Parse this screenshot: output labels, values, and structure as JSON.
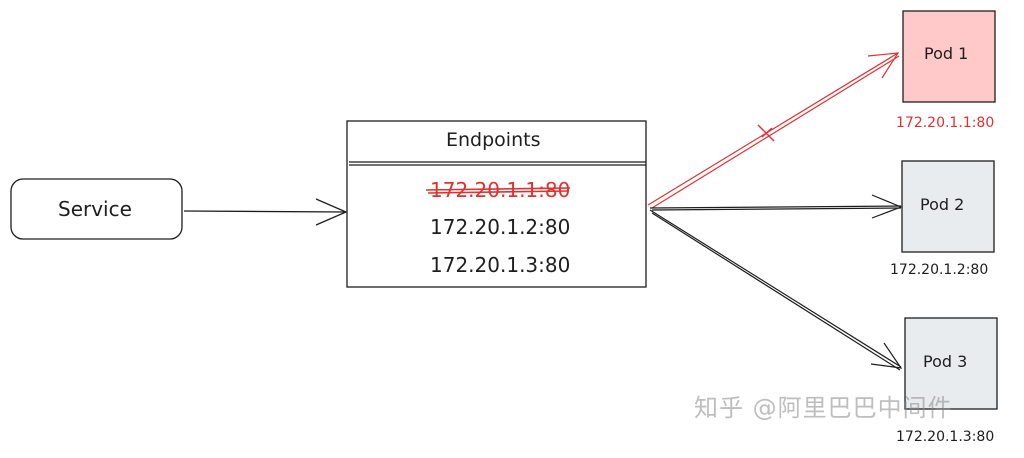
{
  "colors": {
    "ink": "#1e1e1e",
    "removed": "#e03131",
    "pod1_fill": "#ffc9c9",
    "pod_fill": "#e9ecef",
    "watermark": "#8a8a8a"
  },
  "service": {
    "label": "Service"
  },
  "endpoints": {
    "title": "Endpoints",
    "items": [
      {
        "address": "172.20.1.1:80",
        "status": "removed"
      },
      {
        "address": "172.20.1.2:80",
        "status": "active"
      },
      {
        "address": "172.20.1.3:80",
        "status": "active"
      }
    ]
  },
  "pods": [
    {
      "label": "Pod 1",
      "address": "172.20.1.1:80",
      "status": "removed"
    },
    {
      "label": "Pod 2",
      "address": "172.20.1.2:80",
      "status": "active"
    },
    {
      "label": "Pod 3",
      "address": "172.20.1.3:80",
      "status": "active"
    }
  ],
  "watermark": {
    "text": "知乎 @阿里巴巴中间件"
  }
}
